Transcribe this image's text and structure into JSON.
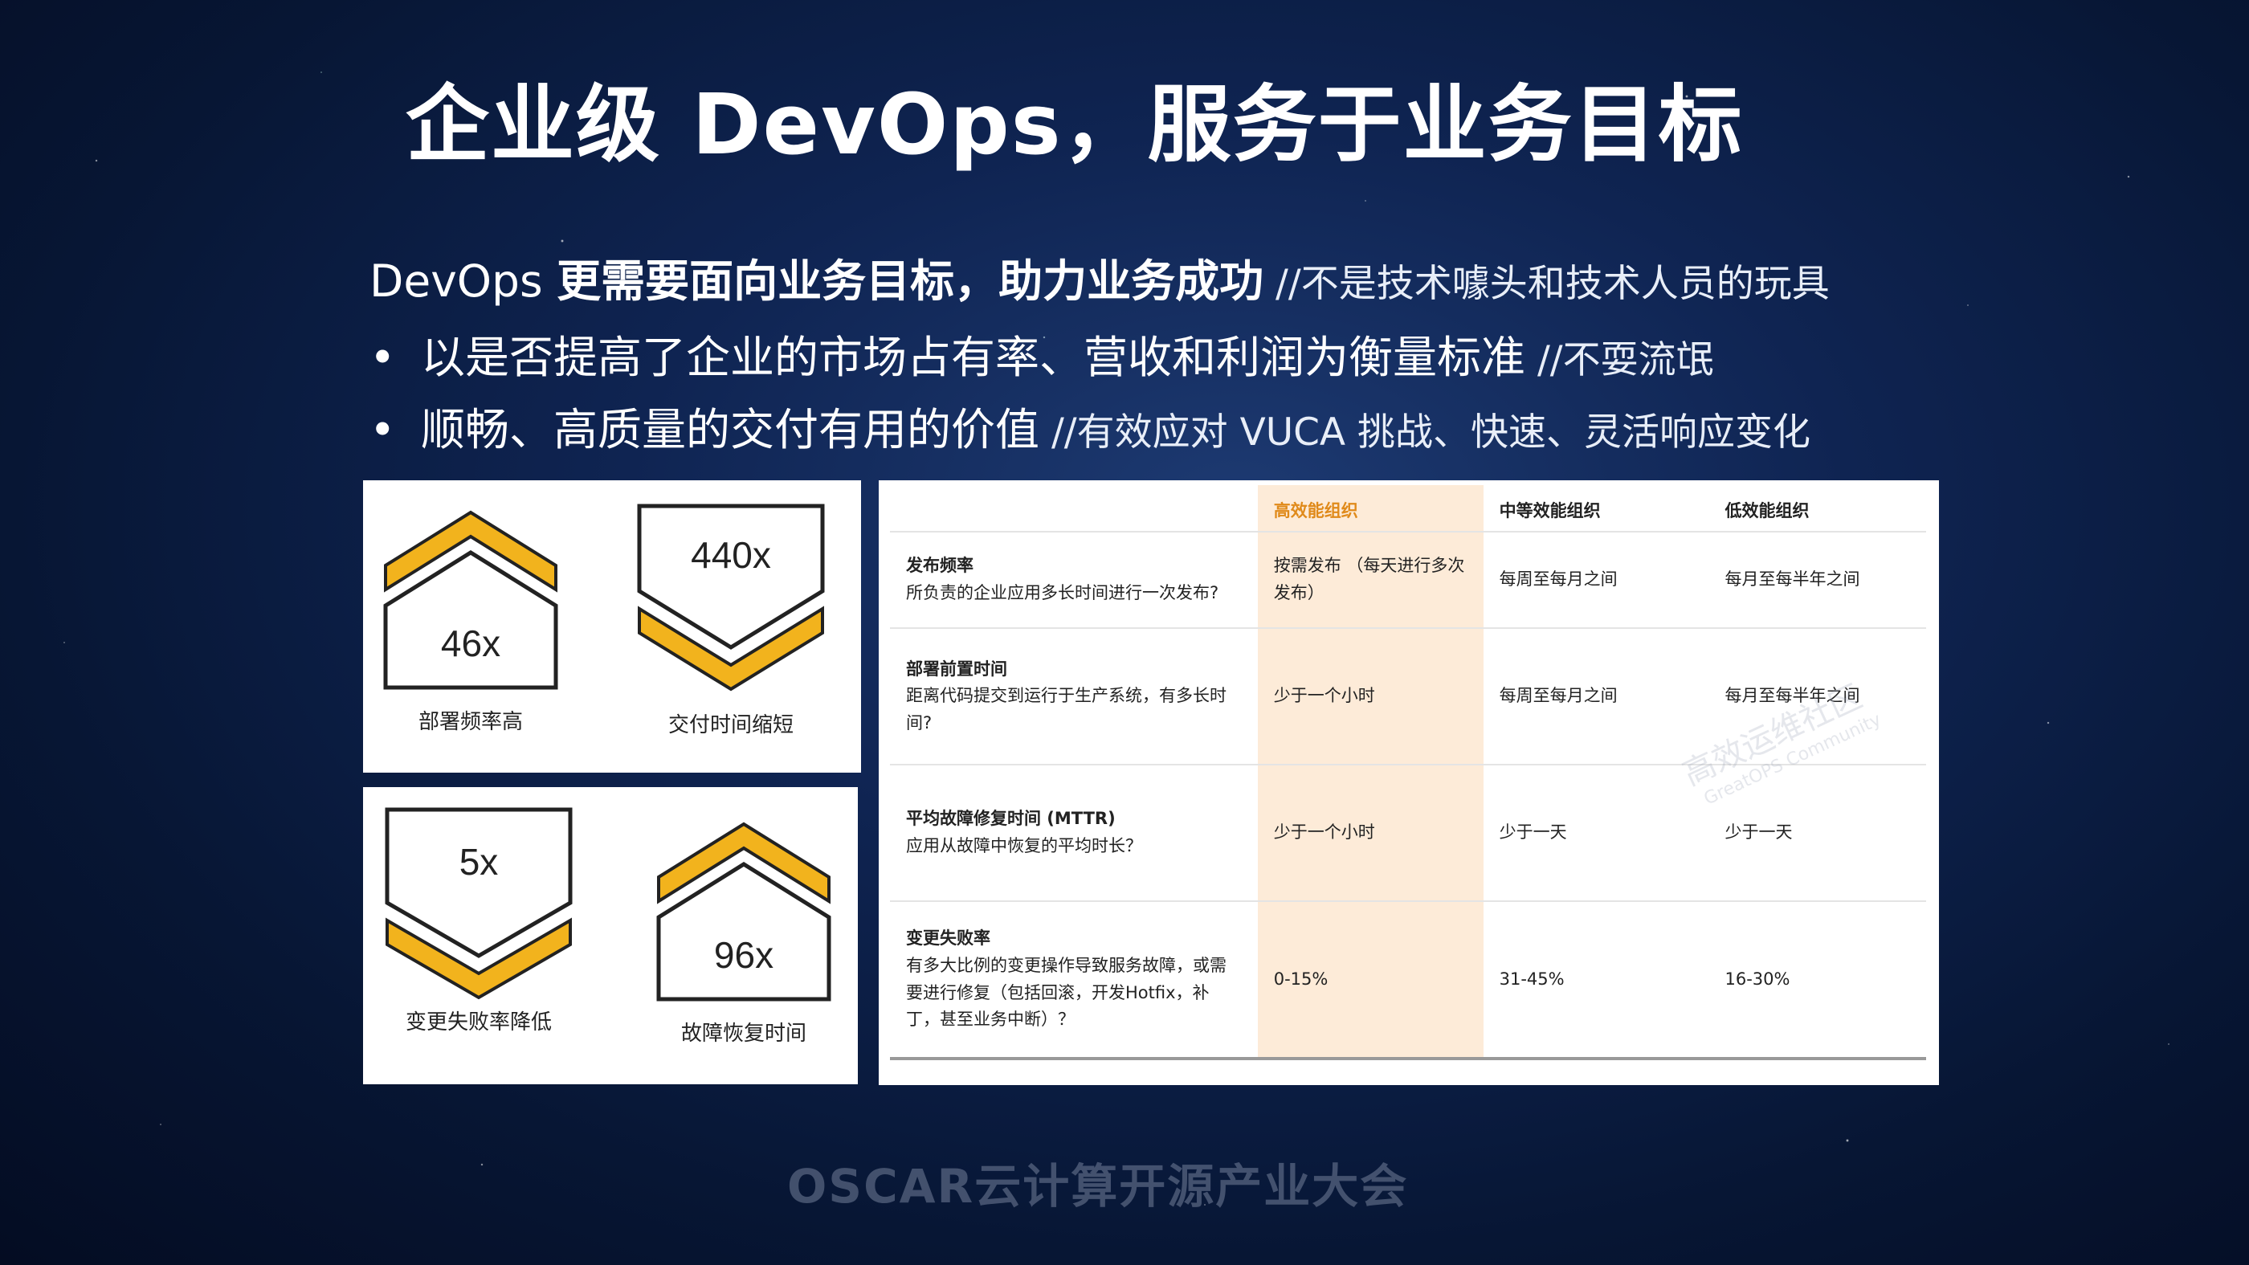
{
  "title": "企业级 DevOps，服务于业务目标",
  "intro": {
    "lead": "DevOps ",
    "bold": "更需要面向业务目标，助力业务成功",
    "comment": " //不是技术噱头和技术人员的玩具"
  },
  "bullets": [
    {
      "marker": "•",
      "text": "以是否提高了企业的市场占有率、营收和利润为衡量标准",
      "comment": " //不耍流氓"
    },
    {
      "marker": "•",
      "text": "顺畅、高质量的交付有用的价值",
      "comment": " //有效应对 VUCA 挑战、快速、灵活响应变化"
    }
  ],
  "badges": [
    {
      "value": "46x",
      "caption": "部署频率高"
    },
    {
      "value": "440x",
      "caption": "交付时间缩短"
    },
    {
      "value": "5x",
      "caption": "变更失败率降低"
    },
    {
      "value": "96x",
      "caption": "故障恢复时间"
    }
  ],
  "colors": {
    "accent": "#f2b31d",
    "highlight_col": "#fdebd8",
    "highlight_text": "#e08a1a"
  },
  "table": {
    "headers": [
      "",
      "高效能组织",
      "中等效能组织",
      "低效能组织"
    ],
    "rows": [
      {
        "name": "发布频率",
        "desc": "所负责的企业应用多长时间进行一次发布?",
        "high": "按需发布 （每天进行多次发布）",
        "mid": "每周至每月之间",
        "low": "每月至每半年之间"
      },
      {
        "name": "部署前置时间",
        "desc": "距离代码提交到运行于生产系统，有多长时间?",
        "high": "少于一个小时",
        "mid": "每周至每月之间",
        "low": "每月至每半年之间"
      },
      {
        "name": "平均故障修复时间 (MTTR)",
        "desc": "应用从故障中恢复的平均时长？",
        "high": "少于一个小时",
        "mid": "少于一天",
        "low": "少于一天"
      },
      {
        "name": "变更失败率",
        "desc": "有多大比例的变更操作导致服务故障，或需要进行修复（包括回滚，开发Hotfix，补丁，甚至业务中断）？",
        "high": "0-15%",
        "mid": "31-45%",
        "low": "16-30%"
      }
    ]
  },
  "watermark": {
    "cn": "高效运维社区",
    "en": "GreatOPS Community"
  },
  "footer": "OSCAR云计算开源产业大会"
}
